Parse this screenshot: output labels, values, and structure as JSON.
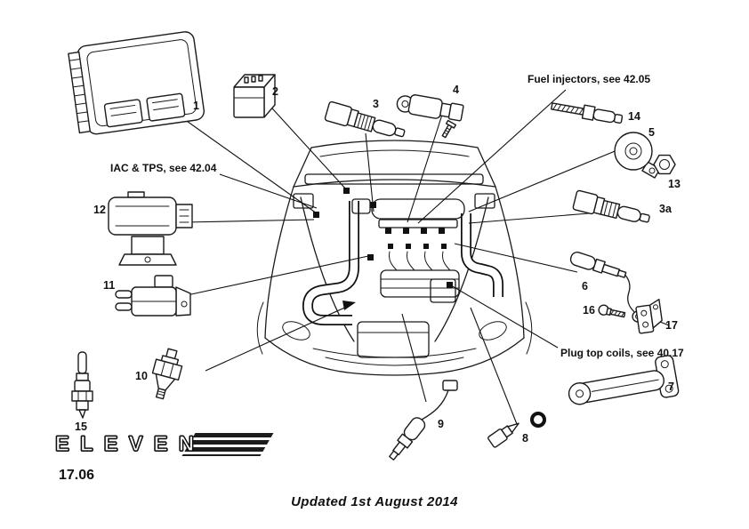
{
  "notes": {
    "fuel_injectors": "Fuel injectors, see 42.05",
    "iac_tps": "IAC & TPS, see 42.04",
    "plug_top_coils": "Plug top coils, see 40.17"
  },
  "callouts": {
    "c1": "1",
    "c2": "2",
    "c3": "3",
    "c3a": "3a",
    "c4": "4",
    "c5": "5",
    "c6": "6",
    "c7": "7",
    "c8": "8",
    "c9": "9",
    "c10": "10",
    "c11": "11",
    "c12": "12",
    "c13": "13",
    "c14": "14",
    "c15": "15",
    "c16": "16",
    "c17": "17"
  },
  "footer": {
    "logo": "ELEVEN",
    "page_number": "17.06",
    "updated": "Updated 1st August 2014"
  }
}
